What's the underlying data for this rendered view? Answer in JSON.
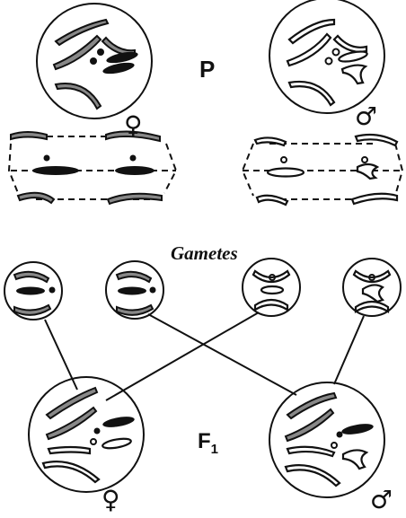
{
  "labels": {
    "parental": "P",
    "gametes": "Gametes",
    "f1_letter": "F",
    "f1_sub": "1"
  },
  "symbols": {
    "female": "♀",
    "male": "♂"
  },
  "colors": {
    "ink": "#111111",
    "paper": "#ffffff",
    "stipple": "#888888"
  }
}
